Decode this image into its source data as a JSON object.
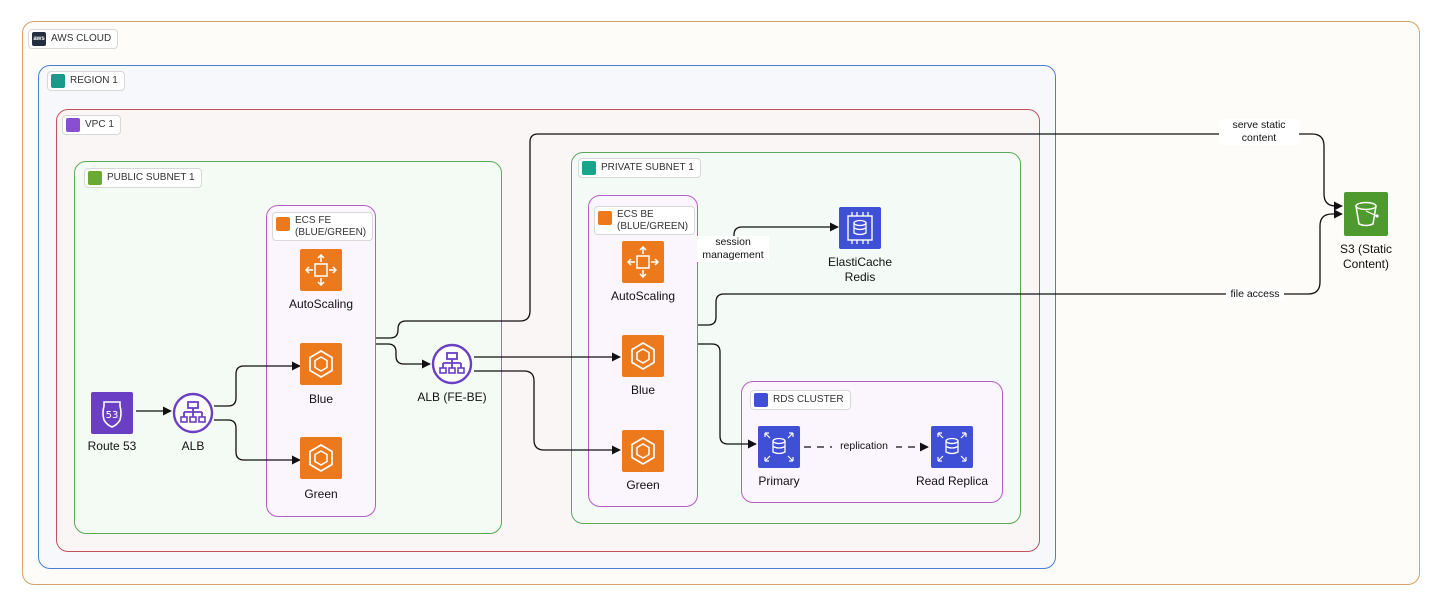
{
  "groups": {
    "cloud": "AWS CLOUD",
    "region": "REGION 1",
    "vpc": "VPC 1",
    "public_subnet": "PUBLIC SUBNET 1",
    "private_subnet": "PRIVATE SUBNET 1",
    "ecs_fe": "ECS FE\n(BLUE/GREEN)",
    "ecs_be": "ECS BE\n(BLUE/GREEN)",
    "rds": "RDS CLUSTER"
  },
  "nodes": {
    "route53": "Route 53",
    "alb": "ALB",
    "fe_autoscaling": "AutoScaling",
    "fe_blue": "Blue",
    "fe_green": "Green",
    "alb_fe_be": "ALB (FE-BE)",
    "be_autoscaling": "AutoScaling",
    "be_blue": "Blue",
    "be_green": "Green",
    "elasticache": "ElastiCache\nRedis",
    "primary": "Primary",
    "read_replica": "Read Replica",
    "s3": "S3 (Static\nContent)"
  },
  "edges": {
    "serve_static": "serve static\ncontent",
    "session": "session\nmanagement",
    "file_access": "file access",
    "replication": "replication"
  },
  "colors": {
    "cloud": "#d4a26a",
    "region": "#4a7fd0",
    "vpc": "#c0525a",
    "subnet": "#5aa85a",
    "ecs": "#b45fc8",
    "compute": "#ec7a1d",
    "network": "#6b3fc4",
    "database": "#3f4fd6",
    "storage": "#4f9a2e"
  }
}
